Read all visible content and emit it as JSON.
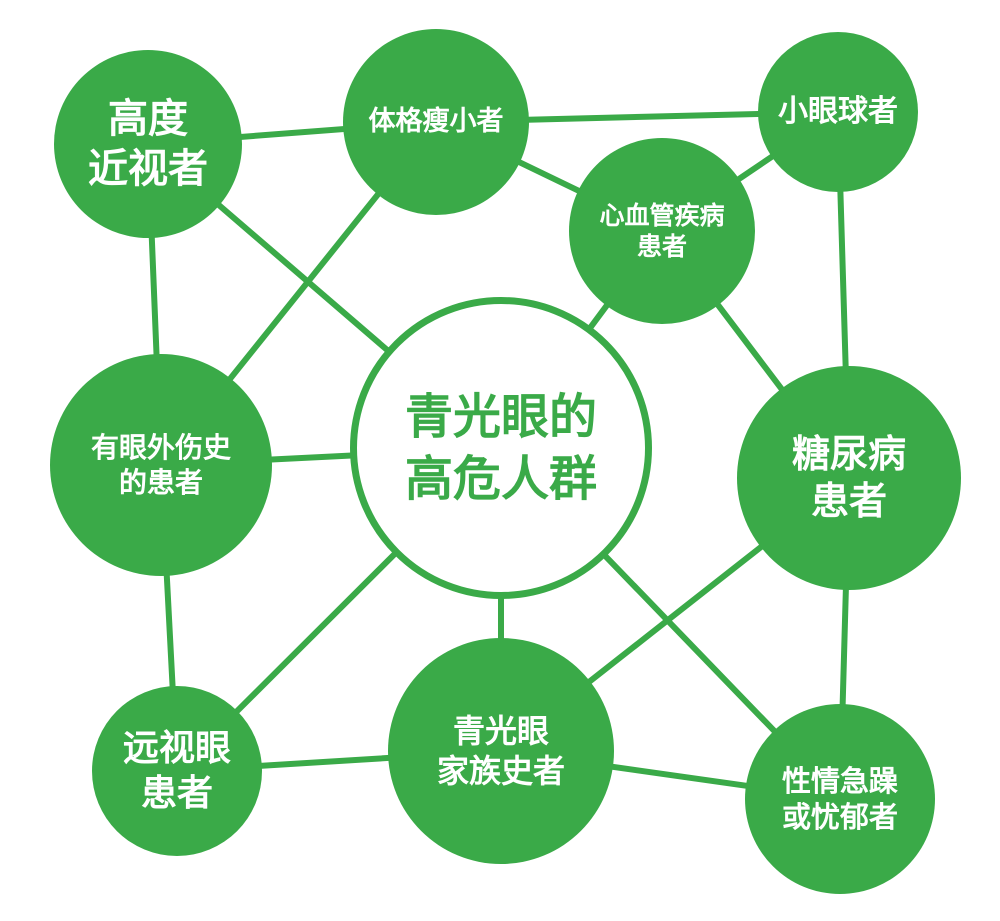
{
  "diagram": {
    "accent_color": "#3aaa48",
    "background_color": "#ffffff",
    "center": {
      "lines": [
        "青光眼的",
        "高危人群"
      ]
    },
    "nodes": {
      "high_myopia": {
        "lines": [
          "高度",
          "近视者"
        ]
      },
      "small_stature": {
        "lines": [
          "体格瘦小者"
        ]
      },
      "small_eyeball": {
        "lines": [
          "小眼球者"
        ]
      },
      "cardio": {
        "lines": [
          "心血管疾病",
          "患者"
        ]
      },
      "eye_injury": {
        "lines": [
          "有眼外伤史",
          "的患者"
        ]
      },
      "diabetes": {
        "lines": [
          "糖尿病",
          "患者"
        ]
      },
      "hyperopia": {
        "lines": [
          "远视眼",
          "患者"
        ]
      },
      "family": {
        "lines": [
          "青光眼",
          "家族史者"
        ]
      },
      "temper": {
        "lines": [
          "性情急躁",
          "或忧郁者"
        ]
      }
    },
    "connections": [
      [
        "high_myopia",
        "small_stature"
      ],
      [
        "small_stature",
        "small_eyeball"
      ],
      [
        "small_stature",
        "cardio"
      ],
      [
        "small_eyeball",
        "cardio"
      ],
      [
        "small_eyeball",
        "diabetes"
      ],
      [
        "high_myopia",
        "eye_injury"
      ],
      [
        "high_myopia",
        "center"
      ],
      [
        "small_stature",
        "eye_injury"
      ],
      [
        "cardio",
        "center"
      ],
      [
        "cardio",
        "diabetes"
      ],
      [
        "eye_injury",
        "center"
      ],
      [
        "eye_injury",
        "hyperopia"
      ],
      [
        "center",
        "hyperopia"
      ],
      [
        "center",
        "family"
      ],
      [
        "center",
        "temper"
      ],
      [
        "diabetes",
        "family"
      ],
      [
        "diabetes",
        "temper"
      ],
      [
        "hyperopia",
        "family"
      ],
      [
        "family",
        "temper"
      ]
    ]
  }
}
